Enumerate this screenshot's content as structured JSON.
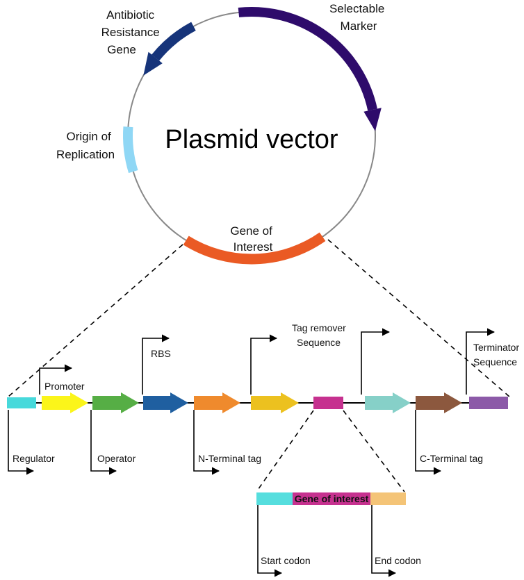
{
  "title": "Plasmid vector",
  "plasmid": {
    "labels": {
      "antibiotic": [
        "Antibiotic",
        "Resistance",
        "Gene"
      ],
      "selectable": [
        "Selectable",
        "Marker"
      ],
      "origin": [
        "Origin of",
        "Replication"
      ],
      "goi": [
        "Gene of",
        "Interest"
      ]
    },
    "colors": {
      "antibiotic": "#16347a",
      "selectable": "#2e0b6b",
      "origin": "#8fd7f5",
      "goi": "#ea5a24",
      "circle": "#888888"
    }
  },
  "construct": {
    "labels": {
      "regulator": "Regulator",
      "promoter": "Promoter",
      "operator": "Operator",
      "rbs": "RBS",
      "n_tag": "N-Terminal tag",
      "tag_remover": [
        "Tag remover",
        "Sequence"
      ],
      "c_tag": "C-Terminal tag",
      "terminator": [
        "Terminator",
        "Sequence"
      ]
    },
    "colors": {
      "regulator": "#47d9db",
      "promoter": "#fbf51a",
      "operator": "#56ae45",
      "rbs": "#1f5fa0",
      "n_tag": "#ef8a2d",
      "tag_block": "#ecc11f",
      "goi_block": "#c6318f",
      "teal_arrow": "#86d0c8",
      "c_tag": "#8c583e",
      "terminator": "#8c5aa8"
    }
  },
  "gene": {
    "center_label": "Gene of interest",
    "start_codon": "Start codon",
    "end_codon": "End codon",
    "colors": {
      "start": "#56dede",
      "middle": "#c6318f",
      "end": "#f4c477"
    }
  }
}
